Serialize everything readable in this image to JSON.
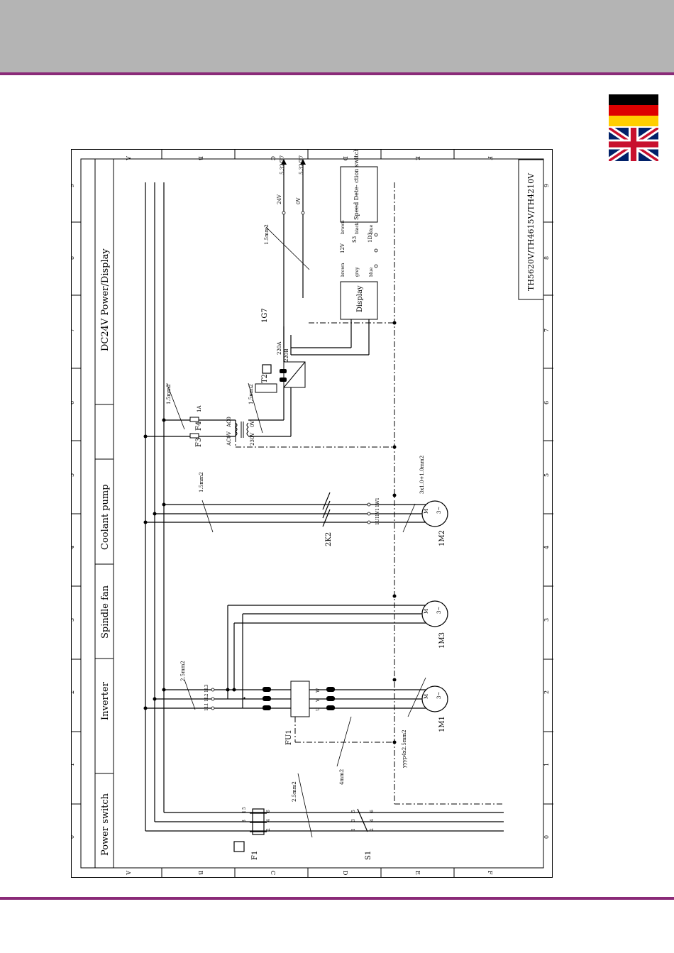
{
  "colors": {
    "header": "#b4b4b4",
    "accent_line": "#8a2a78",
    "flag_de": [
      "#000000",
      "#dd0000",
      "#ffce00"
    ],
    "flag_uk_blue": "#012169",
    "flag_uk_red": "#c8102e"
  },
  "flags": {
    "de_icon": "germany-flag-icon",
    "uk_icon": "uk-flag-icon"
  },
  "diagram": {
    "title_block": "TH5620V/TH4615V/TH4210V",
    "column_letters": [
      "A",
      "B",
      "C",
      "D",
      "E",
      "F"
    ],
    "row_numbers": [
      "0",
      "1",
      "2",
      "3",
      "4",
      "5",
      "6",
      "7",
      "8",
      "9"
    ],
    "sections": {
      "power_switch": "Power switch",
      "inverter": "Inverter",
      "spindle_fan": "Spindle fan",
      "coolant_pump": "Coolant pump",
      "dc24v": "DC24V Power/Display"
    },
    "components": {
      "f1": "F1",
      "s1": "S1",
      "fu1": "FU1",
      "m1": "1M1",
      "m3": "1M3",
      "m2": "1M2",
      "k2": "2K2",
      "f3": "F3",
      "f4": "F4",
      "t2": "T2",
      "g7": "1G7",
      "display": "Display",
      "speed_det": "Speed Dete- ction switch",
      "s3": "S3",
      "d3": "1D3"
    },
    "wire_specs": {
      "w_2_5a": "2.5mm2",
      "w_2_5b": "2.5mm2",
      "w_4": "4mm2",
      "w_yv": "yyyp4x2.5mm2",
      "w_3x1": "3x1.0+1.0mm2",
      "w_1_5a": "1.5mm2",
      "w_1_5b": "1.5mm2",
      "w_1_5c": "1.5mm2",
      "w_1_5d": "1.5mm2"
    },
    "fuse_rating": "1A",
    "voltages": {
      "ac0": "AC0",
      "ac0v": "AC0V",
      "v0": "0V",
      "v230": "230V",
      "v24": "24V",
      "v0b": "0V",
      "v220a": "220A",
      "v220b": "220B",
      "v12": "12V"
    },
    "targets": {
      "t1": "5.32/T7",
      "t2": "5.32/T7"
    },
    "wire_colors": {
      "brown1": "brown",
      "grey": "grey",
      "blue1": "blue",
      "brown2": "brown",
      "black": "black",
      "blue2": "blue"
    },
    "terminals": {
      "l1": "1L1",
      "l2": "1L2",
      "l3": "1L3",
      "u": "U",
      "v": "V",
      "w": "W",
      "u1": "1U1",
      "v1": "1V1",
      "w1": "1W1",
      "n1": "1",
      "n2": "2",
      "n3": "3",
      "n4": "4",
      "n5": "5",
      "n6": "6",
      "ka": "1",
      "kb": "3",
      "kc": "5",
      "kd": "2",
      "ke": "4",
      "kf": "6"
    },
    "motor": {
      "m": "M",
      "phase": "3~"
    }
  }
}
